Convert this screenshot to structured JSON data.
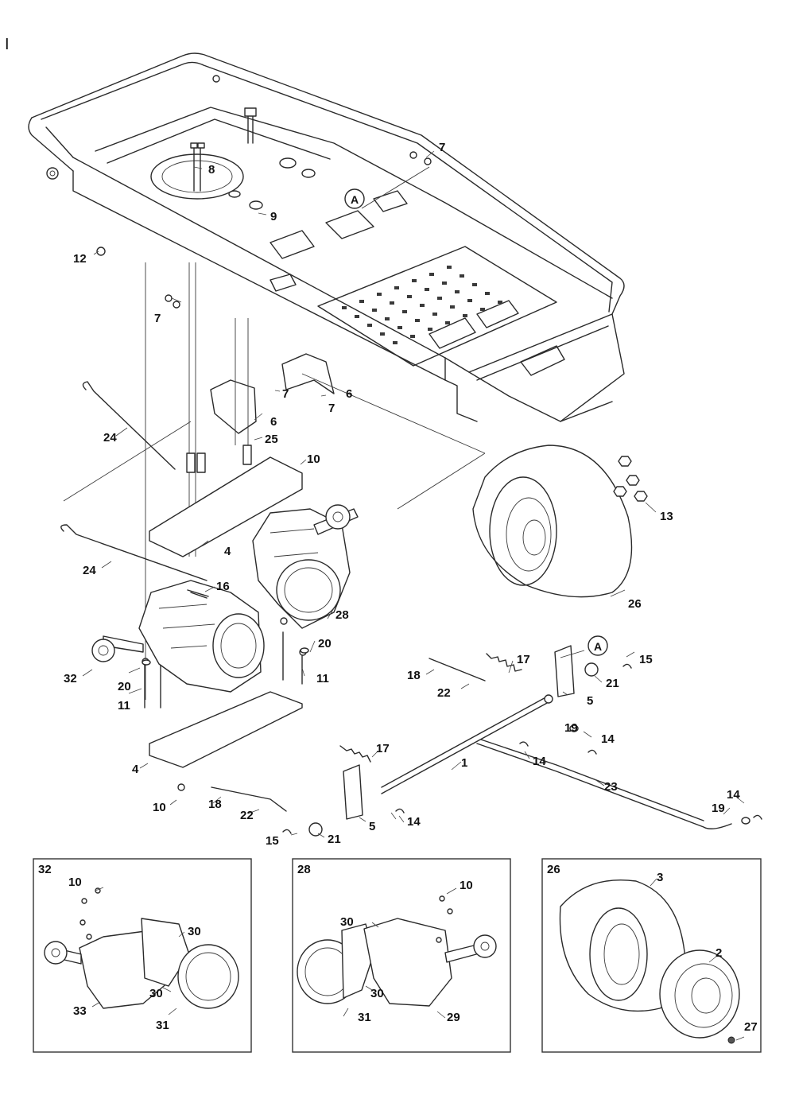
{
  "header": {
    "page_mark": "I"
  },
  "reference_marker": "A",
  "callouts": {
    "c1": "1",
    "c4a": "4",
    "c4b": "4",
    "c5a": "5",
    "c5b": "5",
    "c6a": "6",
    "c6b": "6",
    "c7a": "7",
    "c7b": "7",
    "c7c": "7",
    "c7d": "7",
    "c8": "8",
    "c9": "9",
    "c10a": "10",
    "c10b": "10",
    "c11a": "11",
    "c11b": "11",
    "c12": "12",
    "c13": "13",
    "c14a": "14",
    "c14b": "14",
    "c14c": "14",
    "c14d": "14",
    "c15a": "15",
    "c15b": "15",
    "c16": "16",
    "c17a": "17",
    "c17b": "17",
    "c18a": "18",
    "c18b": "18",
    "c19a": "19",
    "c19b": "19",
    "c20a": "20",
    "c20b": "20",
    "c21a": "21",
    "c21b": "21",
    "c22a": "22",
    "c22b": "22",
    "c23": "23",
    "c24a": "24",
    "c24b": "24",
    "c25": "25",
    "c26": "26",
    "c28": "28",
    "c32": "32"
  },
  "insets": [
    {
      "id": "32",
      "title": "32",
      "labels": {
        "a": "10",
        "b": "30",
        "c": "30",
        "d": "33",
        "e": "31"
      }
    },
    {
      "id": "28",
      "title": "28",
      "labels": {
        "a": "10",
        "b": "30",
        "c": "30",
        "d": "31",
        "e": "29"
      }
    },
    {
      "id": "26",
      "title": "26",
      "labels": {
        "a": "3",
        "b": "2",
        "c": "27"
      }
    }
  ]
}
